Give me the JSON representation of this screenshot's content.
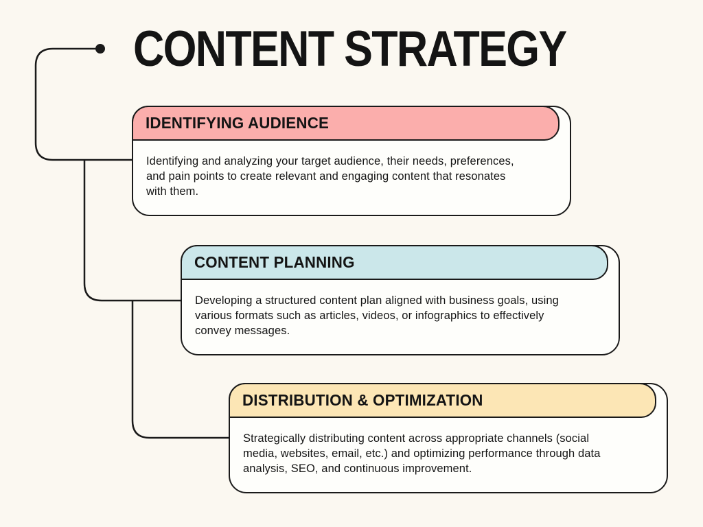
{
  "title": "CONTENT STRATEGY",
  "colors": {
    "background": "#FBF8F1",
    "card_bg": "#FEFEFB",
    "card_border": "#1A1A1A",
    "line": "#1A1A1A",
    "text": "#141414",
    "header_pink": "#FBAEAC",
    "header_blue": "#CBE7EA",
    "header_yellow": "#FCE6B5"
  },
  "cards": [
    {
      "title": "IDENTIFYING AUDIENCE",
      "header_color": "#FBAEAC",
      "description": "Identifying and analyzing your target audience, their needs, preferences,\nand pain points to create relevant and engaging content that resonates\nwith them."
    },
    {
      "title": "CONTENT PLANNING",
      "header_color": "#CBE7EA",
      "description": "Developing a structured content plan aligned with business goals, using\nvarious formats such as articles, videos, or infographics to effectively\nconvey messages."
    },
    {
      "title": "DISTRIBUTION & OPTIMIZATION",
      "header_color": "#FCE6B5",
      "description": "Strategically distributing content across appropriate channels (social\nmedia, websites, email, etc.) and optimizing performance through data\nanalysis, SEO, and continuous improvement."
    }
  ]
}
